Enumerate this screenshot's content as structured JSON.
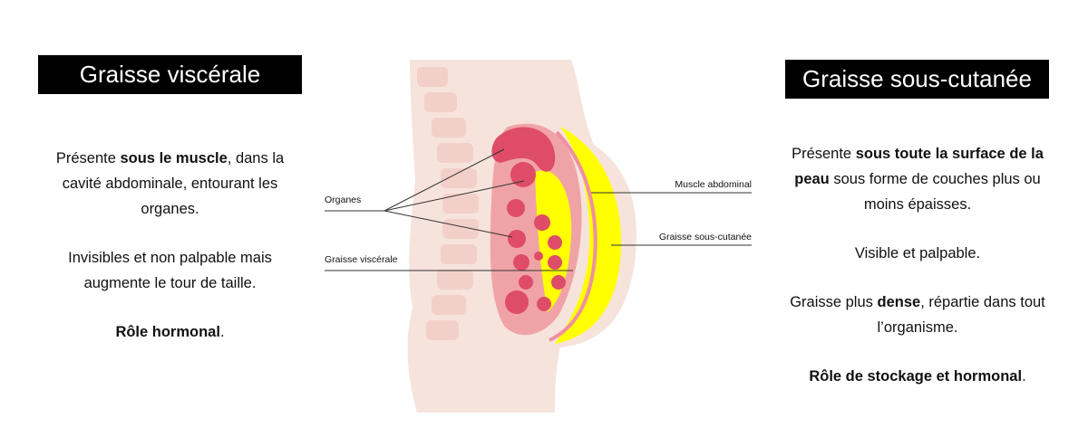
{
  "left": {
    "title": "Graisse viscérale",
    "p1": {
      "a": "Présente ",
      "b": "sous le muscle",
      "c": ", dans la cavité abdominale, entourant les organes."
    },
    "p2": "Invisibles et non palpable mais augmente le tour de taille.",
    "p3": {
      "b": "Rôle hormonal",
      "c": "."
    }
  },
  "right": {
    "title": "Graisse sous-cutanée",
    "p1": {
      "a": "Présente ",
      "b": "sous toute la surface de la peau",
      "c": " sous forme de couches plus ou moins épaisses."
    },
    "p2": "Visible et palpable.",
    "p3": {
      "a": "Graisse plus ",
      "b": "dense",
      "c": ", répartie dans tout l’organisme."
    },
    "p4": {
      "b": "Rôle de stockage et hormonal",
      "c": "."
    }
  },
  "labels": {
    "organes": "Organes",
    "graisse_viscerale": "Graisse viscérale",
    "muscle": "Muscle abdominal",
    "sous_cutanee": "Graisse sous-cutanée"
  },
  "colors": {
    "body": "#f6e3dc",
    "spine": "#f2d0c9",
    "cavity": "#f0a3a6",
    "organ": "#de4c68",
    "organ_dark": "#c93a58",
    "subcutaneous_fat": "#ffff00",
    "muscle": "#f08fa2",
    "title_bg": "#000000"
  }
}
